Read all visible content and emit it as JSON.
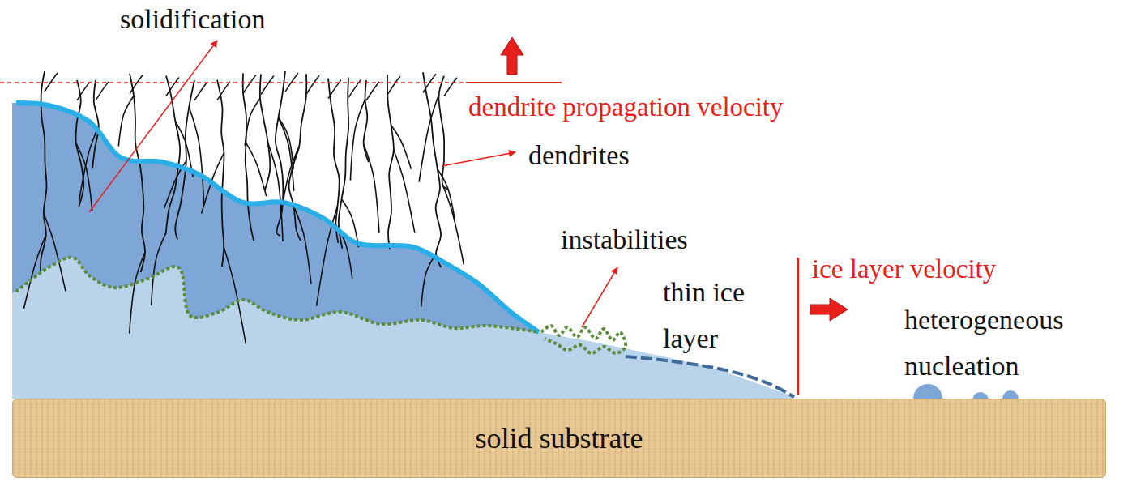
{
  "diagram": {
    "nodes": [
      {
        "text": [
          "solid substrate"
        ]
      }
    ],
    "labels": [
      "solidification",
      "dendrite propagation velocity",
      "dendrites",
      "instabilities",
      "thin ice layer",
      "ice layer velocity",
      "heterogeneous nucleation"
    ]
  }
}
